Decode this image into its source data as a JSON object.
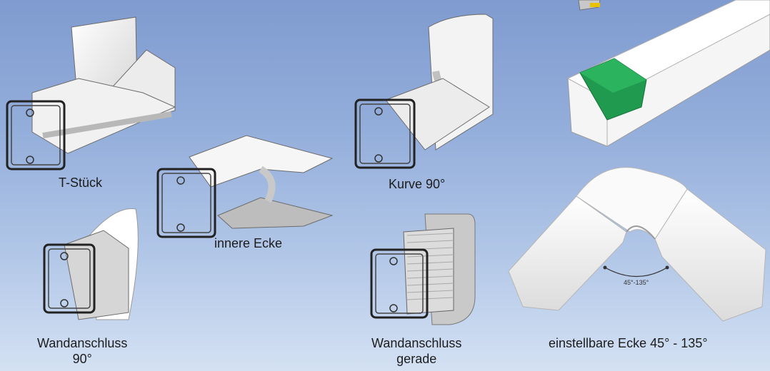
{
  "parts": {
    "t_piece": {
      "label": "T-Stück"
    },
    "curve_90": {
      "label": "Kurve 90°"
    },
    "inner_corner": {
      "label": "innere Ecke"
    },
    "wall_connection_90": {
      "label_line1": "Wandanschluss",
      "label_line2": "90°"
    },
    "wall_connection_straight": {
      "label_line1": "Wandanschluss",
      "label_line2": "gerade"
    },
    "adjustable_corner": {
      "label": "einstellbare Ecke 45° - 135°",
      "angle_range": "45°-135°"
    }
  },
  "colors": {
    "background_top": "#7f9bcf",
    "background_bottom": "#d4e1f3",
    "duct_white": "#f4f4f4",
    "duct_shadow": "#b9b9b9",
    "clip_green": "#1f9a4f",
    "label_text": "#1c1c1c"
  }
}
